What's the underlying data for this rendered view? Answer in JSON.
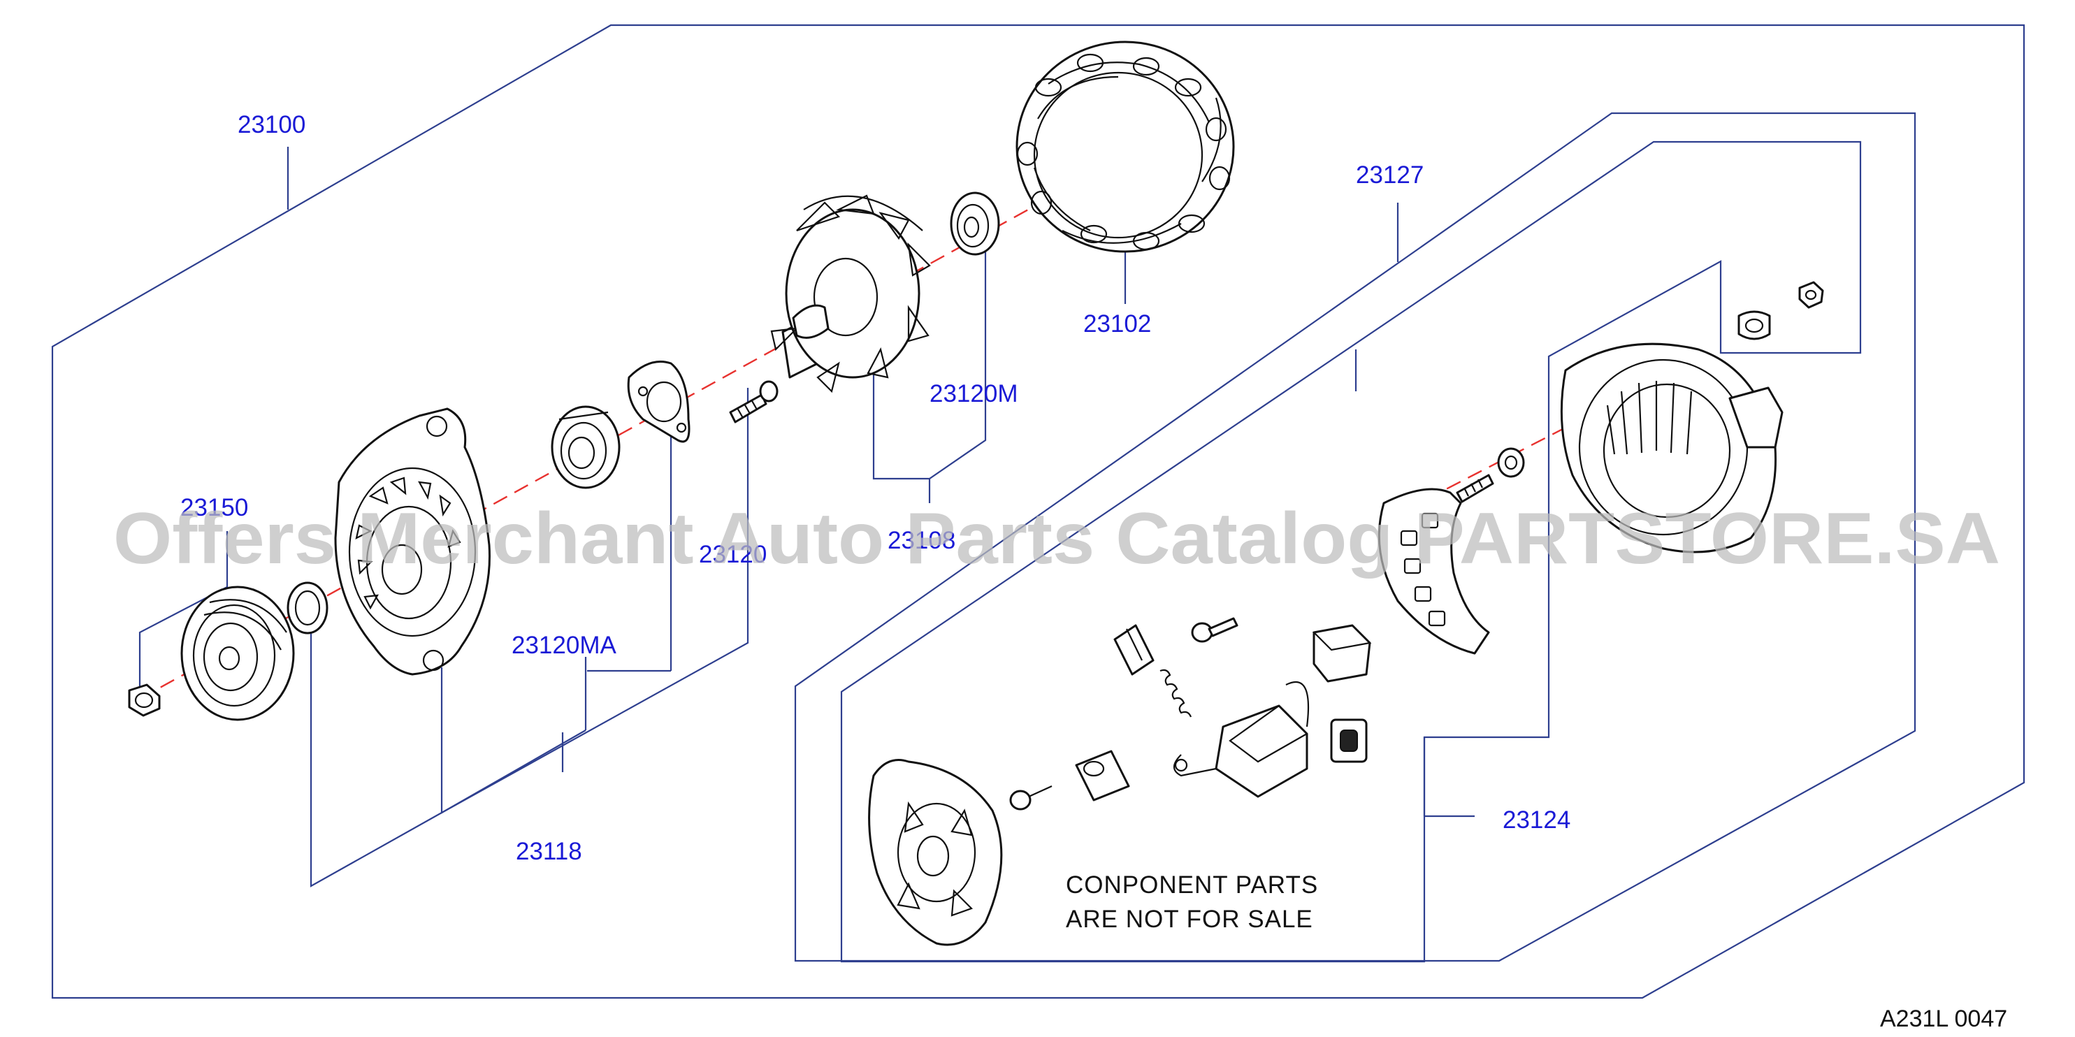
{
  "part_numbers": {
    "p23100": "23100",
    "p23102": "23102",
    "p23120M": "23120M",
    "p23108": "23108",
    "p23120": "23120",
    "p23150": "23150",
    "p23120MA": "23120MA",
    "p23118": "23118",
    "p23127": "23127",
    "p23124": "23124"
  },
  "note": {
    "line1": "CONPONENT  PARTS",
    "line2": "ARE  NOT  FOR  SALE"
  },
  "diagram_code": "A231L  0047",
  "watermark": "Offers Merchant Auto Parts Catalog PARTSTORE.SA",
  "colors": {
    "part_number_text": "#1a1ad6",
    "leader_lines": "#2e3f8f",
    "center_axis": "#e8322f",
    "watermark": "#bdbdbd"
  }
}
